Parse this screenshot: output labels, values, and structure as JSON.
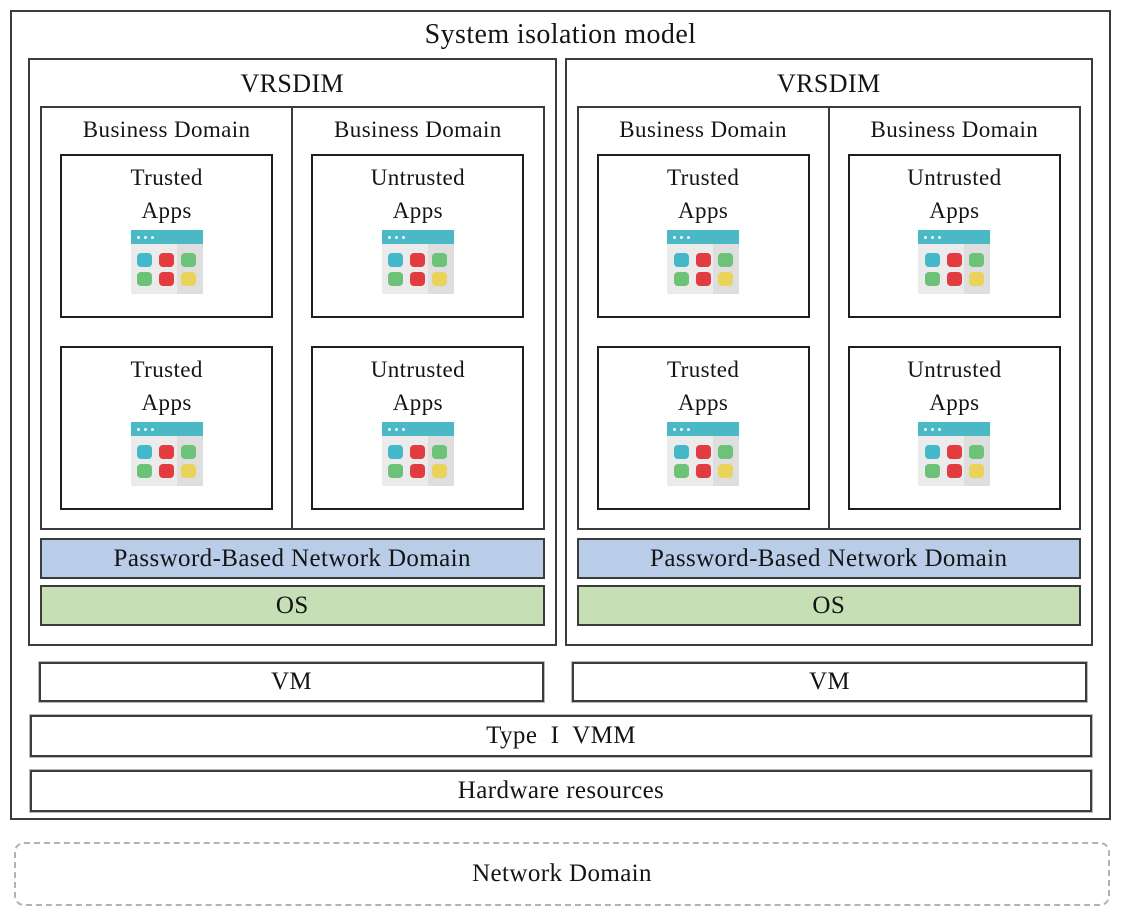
{
  "diagram": {
    "title": "System isolation model",
    "vrsdims": [
      {
        "label": "VRSDIM",
        "business_domains": [
          {
            "label": "Business Domain",
            "apps": [
              "Trusted\nApps",
              "Trusted\nApps"
            ]
          },
          {
            "label": "Business Domain",
            "apps": [
              "Untrusted\nApps",
              "Untrusted\nApps"
            ]
          }
        ],
        "network_bar_label": "Password-Based Network Domain",
        "os_label": "OS"
      },
      {
        "label": "VRSDIM",
        "business_domains": [
          {
            "label": "Business Domain",
            "apps": [
              "Trusted\nApps",
              "Trusted\nApps"
            ]
          },
          {
            "label": "Business Domain",
            "apps": [
              "Untrusted\nApps",
              "Untrusted\nApps"
            ]
          }
        ],
        "network_bar_label": "Password-Based Network Domain",
        "os_label": "OS"
      }
    ],
    "vm_boxes": [
      "VM",
      "VM"
    ],
    "vmm_label": "Type  I  VMM",
    "hardware_label": "Hardware resources",
    "network_domain_label": "Network Domain"
  },
  "icons": {
    "app_icon_name": "app-window-grid-icon"
  },
  "colors": {
    "border-dark": "#3c3c3c",
    "bar-blue": "#b9cde8",
    "bar-green": "#c6dfb4",
    "icon-teal": "#4bb9c5",
    "tile-cyan": "#42b8c8",
    "tile-red": "#e23c40",
    "tile-green": "#6cc277",
    "tile-yellow": "#e9d35c",
    "dash-gray": "#b3b3b3"
  }
}
